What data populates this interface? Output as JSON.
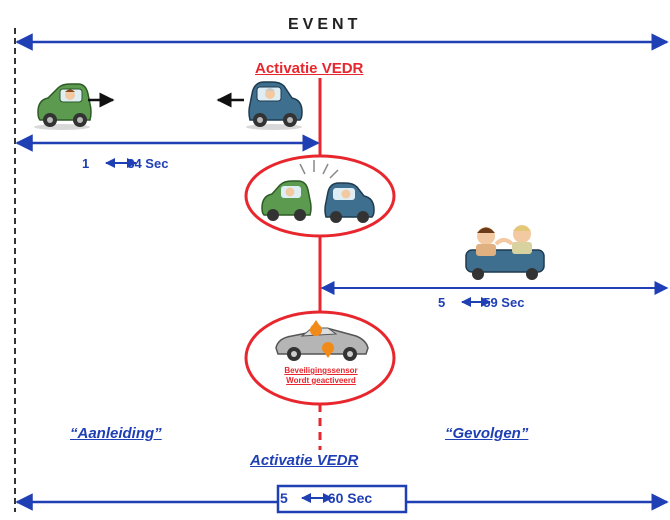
{
  "event_label": "EVENT",
  "activation_top": "Activatie VEDR",
  "activation_bottom": "Activatie VEDR",
  "pre_duration": "34 Sec",
  "pre_duration_from": "1",
  "post_duration": "59 Sec",
  "post_duration_from": "5",
  "total_duration": "60 Sec",
  "total_duration_from": "5",
  "phase_before": "“Aanleiding”",
  "phase_after": "“Gevolgen”",
  "airbag_line1": "Beveiligingssensor",
  "airbag_line2": "Wordt geactiveerd",
  "colors": {
    "red": "#e8262d",
    "blue": "#1f3fb5",
    "car_green": "#5c9a4f",
    "car_blue": "#3f6f8f"
  },
  "icons": [
    "green-car-icon",
    "blue-car-icon",
    "crash-cars-icon",
    "injured-people-icon",
    "airbag-car-icon"
  ]
}
